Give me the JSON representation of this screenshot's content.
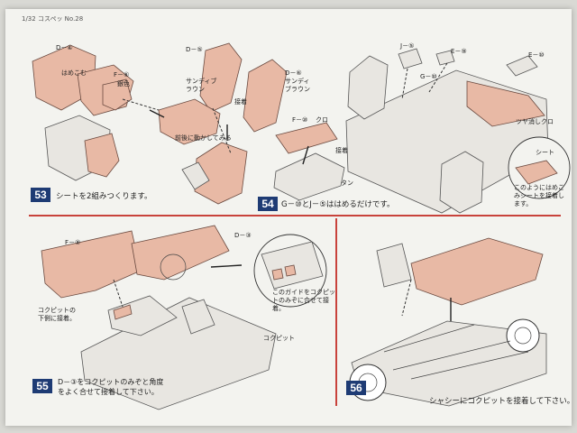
{
  "page": {
    "header": "1/32 コスペッ No.28"
  },
  "steps": [
    {
      "number": "53",
      "caption": "シートを2組みつくります。",
      "labels": [
        "D－④",
        "はめこむ",
        "F－⑥",
        "銀色",
        "D－⑤",
        "サンディブラウン",
        "D－⑥",
        "サンディブラウン",
        "接着",
        "前後に動かしてみる"
      ]
    },
    {
      "number": "54",
      "caption": "G－⑩とJ－⑤ははめるだけです。",
      "labels": [
        "J－⑤",
        "E－⑨",
        "E－⑩",
        "G－⑩",
        "F－⑩",
        "クロ",
        "接着",
        "ツヤ消しクロ",
        "タン",
        "シート",
        "このようにはめこみシートを接着します。"
      ]
    },
    {
      "number": "55",
      "caption": "D－③をコクピットのみぞと角度をよく合せて接着して下さい。",
      "labels": [
        "F－⑨",
        "D－③",
        "このガイドをコクピットのみぞに合せて接着。",
        "コクピットの下側に接着。",
        "コクピット"
      ]
    },
    {
      "number": "56",
      "caption": "シャシーにコクピットを接着して下さい。",
      "labels": []
    }
  ],
  "colors": {
    "frame": "#c8423b",
    "step_badge": "#1e3b74",
    "part_highlight": "#e8b9a5"
  }
}
